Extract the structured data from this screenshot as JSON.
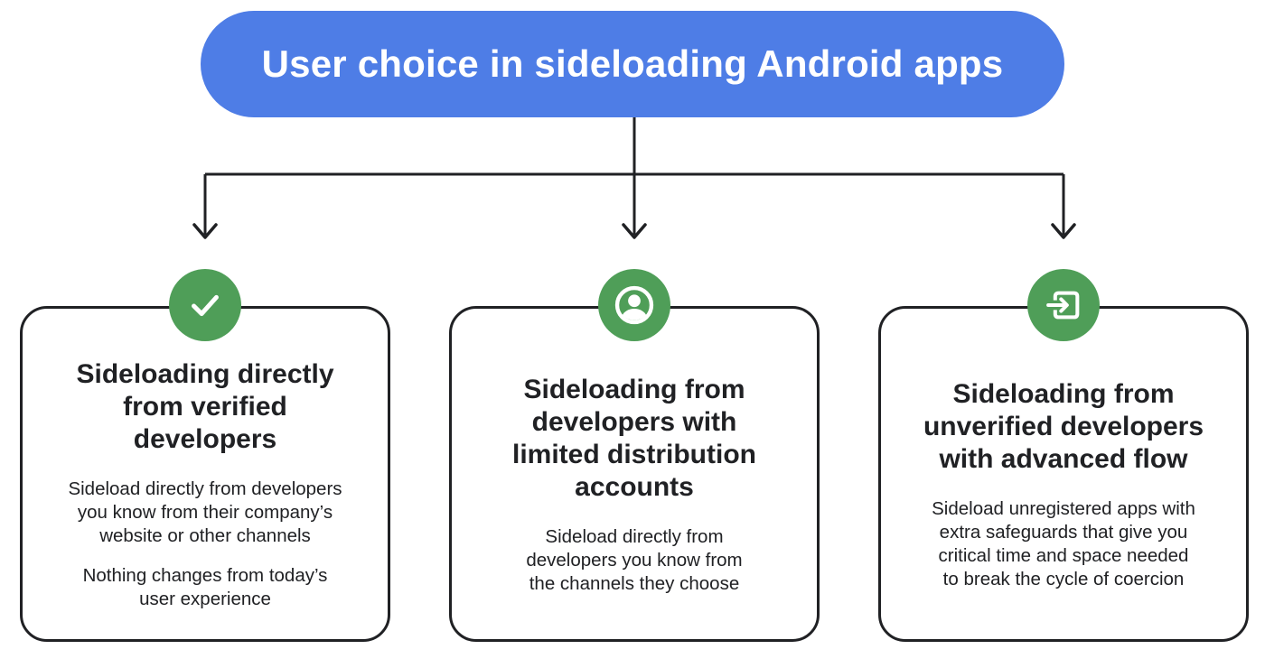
{
  "header": {
    "title": "User choice in sideloading Android apps"
  },
  "colors": {
    "header_bg": "#4e7de6",
    "icon_bg": "#4f9e58",
    "ink": "#202124",
    "card_bg": "#ffffff",
    "text_on_header": "#ffffff"
  },
  "cards": [
    {
      "icon": "check-icon",
      "title": "Sideloading directly\nfrom verified\ndevelopers",
      "paragraphs": [
        "Sideload directly from developers\nyou know from their company’s\nwebsite or other channels",
        "Nothing changes from today’s\nuser experience"
      ]
    },
    {
      "icon": "account-circle-icon",
      "title": "Sideloading from\ndevelopers with\nlimited distribution\naccounts",
      "paragraphs": [
        "Sideload directly from\ndevelopers you know from\nthe channels they choose"
      ]
    },
    {
      "icon": "exit-to-app-icon",
      "title": "Sideloading from\nunverified developers\nwith advanced flow",
      "paragraphs": [
        "Sideload unregistered apps with\nextra safeguards that give you\ncritical time and space needed\nto break the cycle of coercion"
      ]
    }
  ]
}
